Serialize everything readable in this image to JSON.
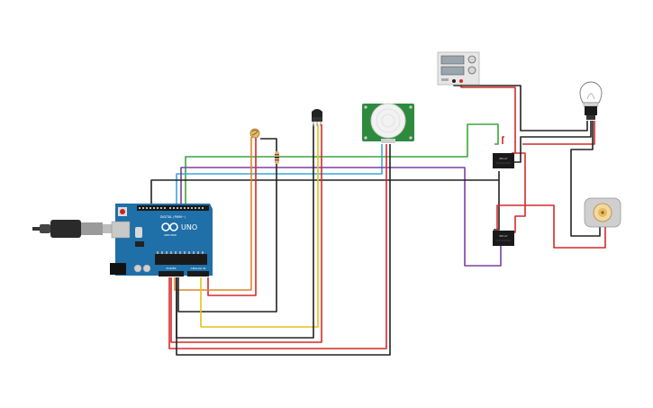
{
  "components": {
    "arduino": {
      "model_text": "UNO",
      "brand_text": "ARDUINO",
      "digital_label": "DIGITAL (PWM~)",
      "power_label": "POWER",
      "analog_label": "ANALOG IN",
      "board_color": "#1f6fa8"
    },
    "relay_top": {
      "label": "RELAY"
    },
    "relay_bottom": {
      "label": "RELAY"
    },
    "pir_sensor": {
      "board_color": "#2e8b3e"
    },
    "power_supply": {},
    "light_bulb": {},
    "dc_motor": {},
    "temperature_sensor": {},
    "photoresistor": {},
    "resistor": {}
  },
  "wire_colors": {
    "red": "#d42a2a",
    "black": "#222222",
    "green": "#3aa63a",
    "purple": "#7b3fa0",
    "cyan": "#3aa8d8",
    "yellow": "#e6c21a",
    "orange": "#e0842a"
  }
}
